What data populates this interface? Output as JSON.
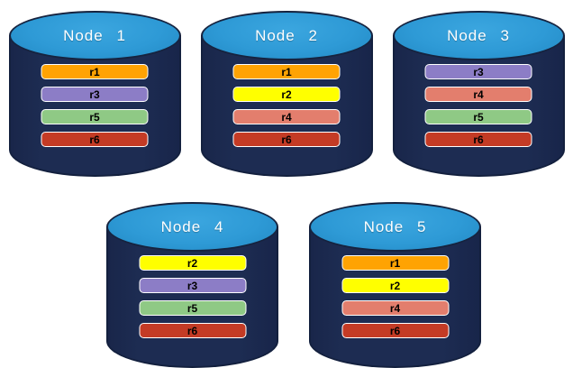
{
  "diagram": {
    "canvas_background": "#ffffff",
    "cylinder": {
      "body_color": "#1d2c52",
      "body_outline_color": "#13203e",
      "top_color": "#2e9ad6",
      "top_outline_color": "#16233f",
      "label_text_color": "#ffffff"
    },
    "replica_bar": {
      "text_color": "#000000",
      "border_color": "#ffffff"
    },
    "replica_colors": {
      "r1": "#ffa303",
      "r2": "#ffff00",
      "r3": "#8c7dc6",
      "r4": "#e37e6d",
      "r5": "#8fc985",
      "r6": "#c43b25"
    },
    "nodes": [
      {
        "label": "Node 1",
        "replicas": [
          "r1",
          "r3",
          "r5",
          "r6"
        ],
        "row": "top"
      },
      {
        "label": "Node 2",
        "replicas": [
          "r1",
          "r2",
          "r4",
          "r6"
        ],
        "row": "top"
      },
      {
        "label": "Node 3",
        "replicas": [
          "r3",
          "r4",
          "r5",
          "r6"
        ],
        "row": "top"
      },
      {
        "label": "Node 4",
        "replicas": [
          "r2",
          "r3",
          "r5",
          "r6"
        ],
        "row": "bottom"
      },
      {
        "label": "Node 5",
        "replicas": [
          "r1",
          "r2",
          "r4",
          "r6"
        ],
        "row": "bottom"
      }
    ]
  }
}
